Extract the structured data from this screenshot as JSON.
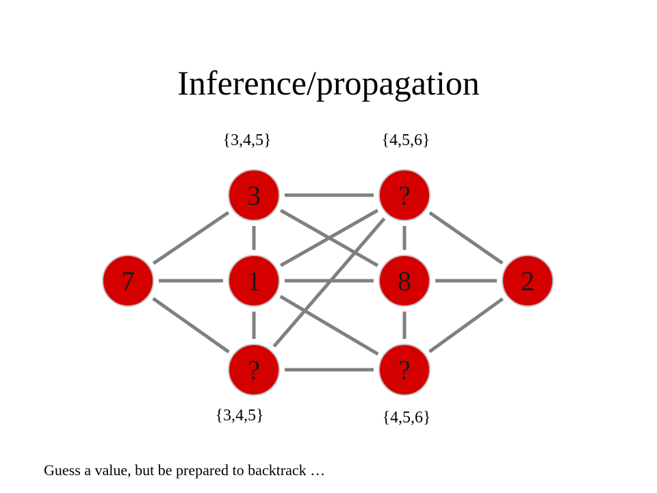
{
  "slide": {
    "title": "Inference/propagation",
    "footer": "Guess a value, but be prepared to backtrack …"
  },
  "graph": {
    "colors": {
      "node_fill": "#d40000",
      "node_stroke": "#c4c4c4",
      "edge": "#808080",
      "text": "#1a1a1a"
    },
    "nodes": [
      {
        "id": "left",
        "label": "7"
      },
      {
        "id": "top-a",
        "label": "3"
      },
      {
        "id": "mid-a",
        "label": "1"
      },
      {
        "id": "bottom-a",
        "label": "?"
      },
      {
        "id": "top-b",
        "label": "?"
      },
      {
        "id": "mid-b",
        "label": "8"
      },
      {
        "id": "bottom-b",
        "label": "?"
      },
      {
        "id": "right",
        "label": "2"
      }
    ],
    "domains": {
      "top-a": "{3,4,5}",
      "top-b": "{4,5,6}",
      "bottom-a": "{3,4,5}",
      "bottom-b": "{4,5,6}"
    },
    "edges": [
      [
        "left",
        "top-a"
      ],
      [
        "left",
        "mid-a"
      ],
      [
        "left",
        "bottom-a"
      ],
      [
        "top-a",
        "mid-a"
      ],
      [
        "mid-a",
        "bottom-a"
      ],
      [
        "top-b",
        "mid-b"
      ],
      [
        "mid-b",
        "bottom-b"
      ],
      [
        "top-a",
        "top-b"
      ],
      [
        "top-a",
        "mid-b"
      ],
      [
        "mid-a",
        "top-b"
      ],
      [
        "mid-a",
        "mid-b"
      ],
      [
        "mid-a",
        "bottom-b"
      ],
      [
        "bottom-a",
        "top-b"
      ],
      [
        "bottom-a",
        "bottom-b"
      ],
      [
        "top-b",
        "right"
      ],
      [
        "mid-b",
        "right"
      ],
      [
        "bottom-b",
        "right"
      ]
    ]
  }
}
